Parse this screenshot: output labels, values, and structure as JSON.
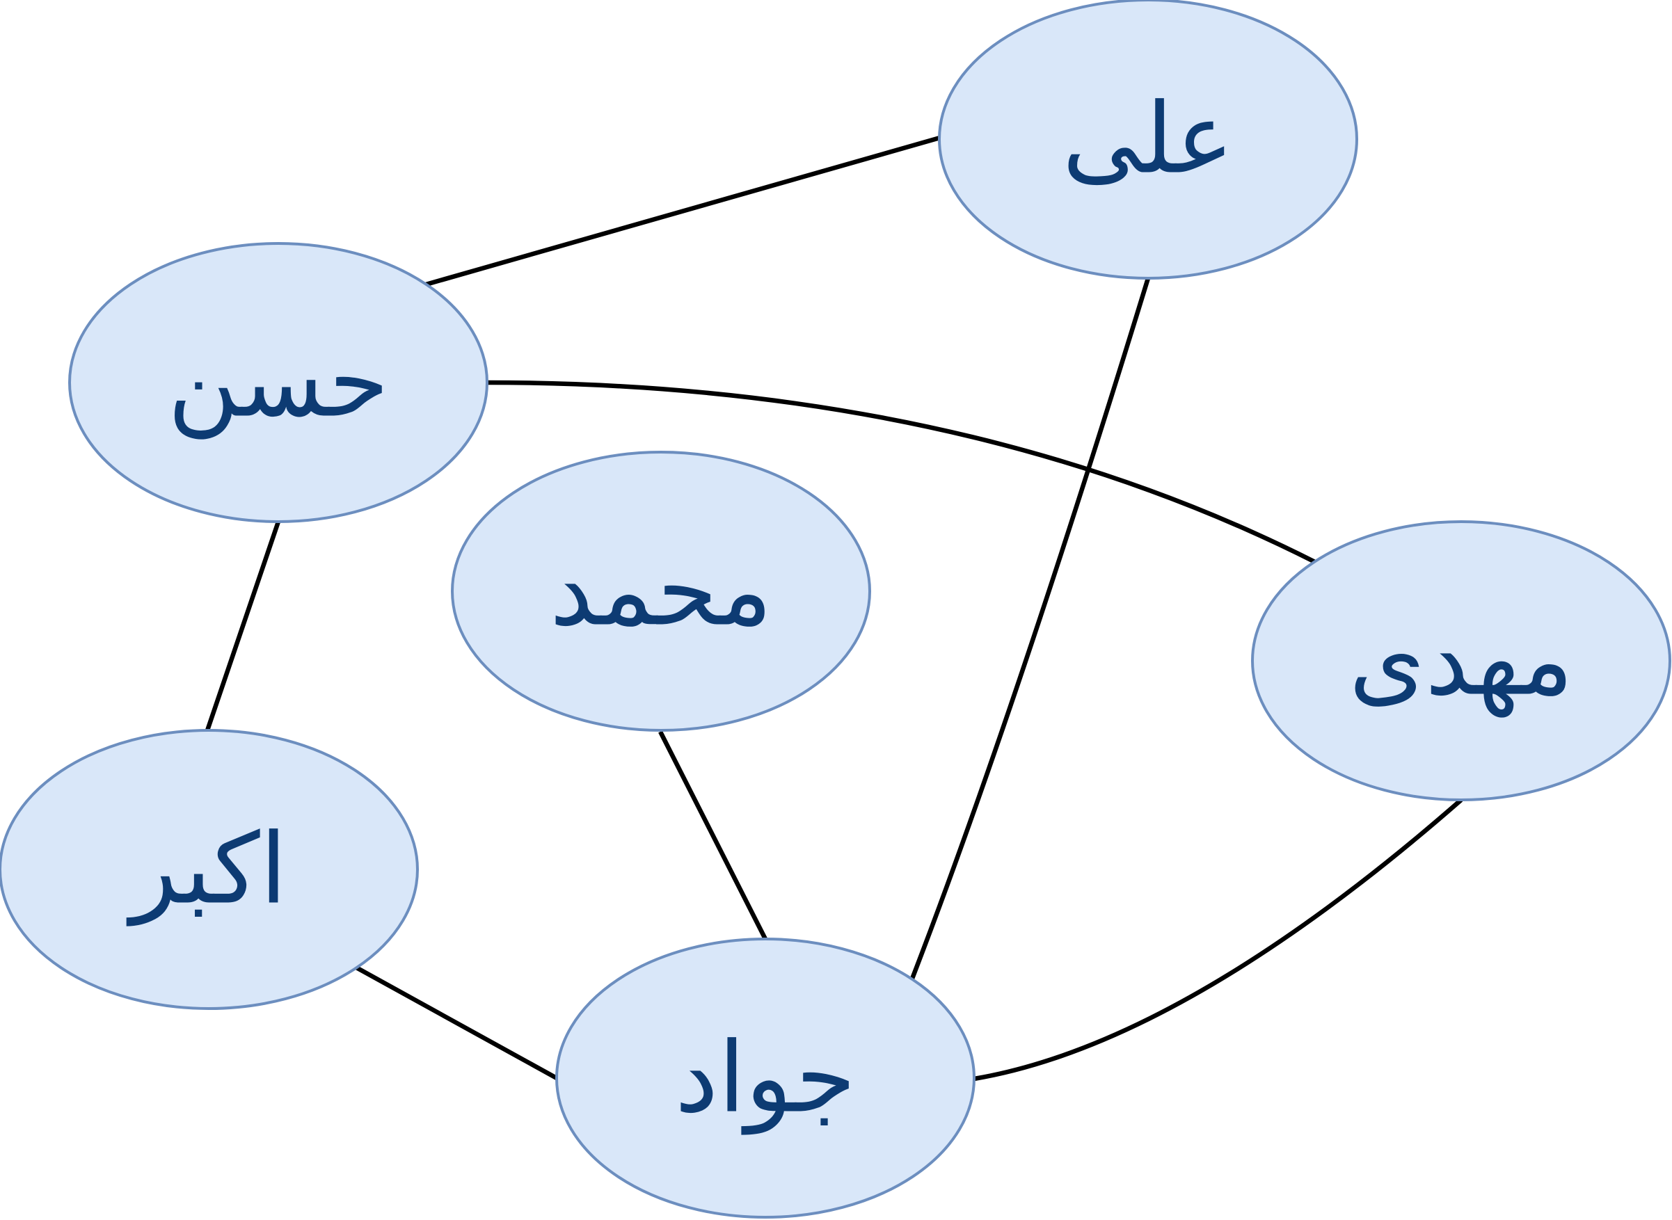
{
  "colors": {
    "node_fill": "#d9e7f9",
    "node_stroke": "#6c8ebf",
    "label_text": "#0d3b73",
    "edge": "#000000",
    "background": "#ffffff"
  },
  "nodes": [
    {
      "id": "ali",
      "label": "علی"
    },
    {
      "id": "hasan",
      "label": "حسن"
    },
    {
      "id": "mohammad",
      "label": "محمد"
    },
    {
      "id": "mahdi",
      "label": "مهدی"
    },
    {
      "id": "akbar",
      "label": "اکبر"
    },
    {
      "id": "javad",
      "label": "جواد"
    }
  ],
  "edges": [
    {
      "from": "hasan",
      "to": "ali"
    },
    {
      "from": "hasan",
      "to": "mahdi"
    },
    {
      "from": "hasan",
      "to": "akbar"
    },
    {
      "from": "ali",
      "to": "javad"
    },
    {
      "from": "mohammad",
      "to": "javad"
    },
    {
      "from": "akbar",
      "to": "javad"
    },
    {
      "from": "javad",
      "to": "mahdi"
    }
  ]
}
